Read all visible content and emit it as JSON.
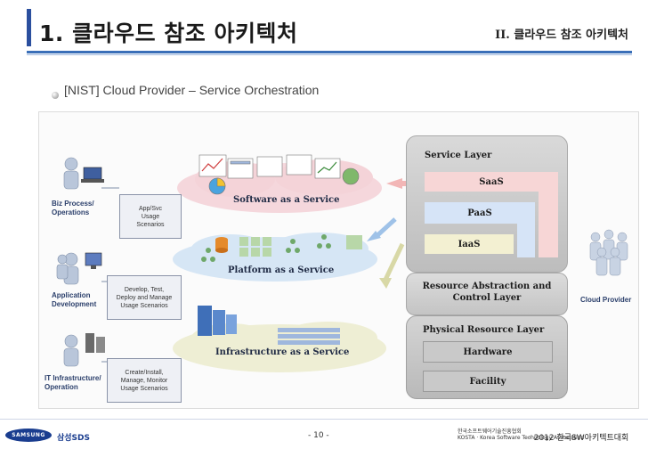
{
  "header": {
    "title": "1. 클라우드 참조 아키텍처",
    "section": "II. 클라우드 참조 아키텍처"
  },
  "subtitle": "[NIST] Cloud Provider – Service Orchestration",
  "actors": [
    {
      "label_lines": [
        "Biz Process/",
        "Operations"
      ],
      "usage_lines": [
        "App/Svc",
        "Usage",
        "Scenarios"
      ]
    },
    {
      "label_lines": [
        "Application",
        "Development"
      ],
      "usage_lines": [
        "Develop, Test,",
        "Deploy and Manage",
        "Usage Scenarios"
      ]
    },
    {
      "label_lines": [
        "IT Infrastructure/",
        "Operation"
      ],
      "usage_lines": [
        "Create/Install,",
        "Manage, Monitor",
        "Usage Scenarios"
      ]
    }
  ],
  "clouds": {
    "software": "Software as a Service",
    "platform": "Platform as a Service",
    "infrastructure": "Infrastructure as a Service"
  },
  "service_layer": {
    "title": "Service Layer",
    "saas": "SaaS",
    "paas": "PaaS",
    "iaas": "IaaS"
  },
  "resource_abstraction": [
    "Resource Abstraction and",
    "Control Layer"
  ],
  "physical_layer": {
    "title": "Physical Resource Layer",
    "hardware": "Hardware",
    "facility": "Facility"
  },
  "cloud_provider": "Cloud Provider",
  "footer": {
    "samsung": "SAMSUNG",
    "sds": "삼성SDS",
    "page": "- 10 -",
    "org_kr": "한국소프트웨어기술진흥협회",
    "org_en": "KOSTA · Korea Software Technology Association",
    "conference": "· 2012 한국SW아키텍트대회"
  },
  "colors": {
    "saas": "#f7d6d6",
    "paas": "#d6e4f7",
    "iaas": "#f3f0d2",
    "accent": "#2b4f9e"
  }
}
